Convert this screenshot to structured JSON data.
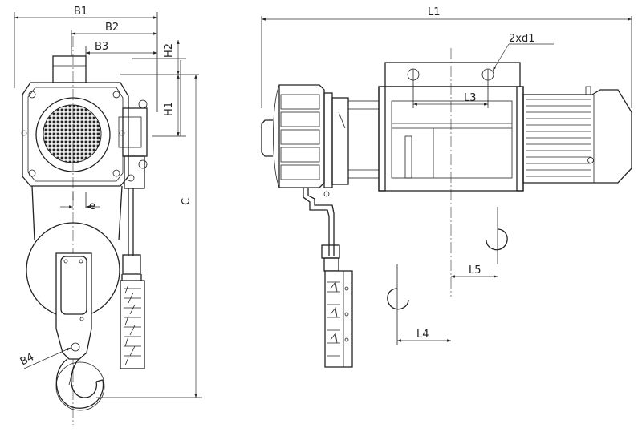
{
  "labels": {
    "B1": "B1",
    "B2": "B2",
    "B3": "B3",
    "H2": "H2",
    "H1": "H1",
    "C": "C",
    "e": "e",
    "B4": "B4",
    "L1": "L1",
    "d1": "2xd1",
    "L3": "L3",
    "L5": "L5",
    "L4": "L4"
  }
}
